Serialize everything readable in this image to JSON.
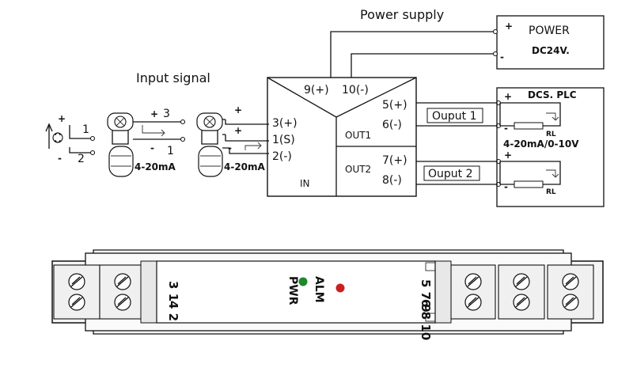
{
  "diagram": {
    "title_power": "Power supply",
    "title_input": "Input signal",
    "power_box": {
      "plus": "+",
      "minus": "-",
      "name": "POWER",
      "voltage": "DC24V."
    },
    "module": {
      "pin9": "9(+)",
      "pin10": "10(-)",
      "pin3": "3(+)",
      "pin1": "1(S)",
      "pin2": "2(-)",
      "pin5": "5(+)",
      "pin6": "6(-)",
      "pin7": "7(+)",
      "pin8": "8(-)",
      "in_label": "IN",
      "out1_label": "OUT1",
      "out2_label": "OUT2"
    },
    "input_left": {
      "plus": "+",
      "minus": "-",
      "n1": "1",
      "n2": "2"
    },
    "input_mid": {
      "plus": "+",
      "n3": "3",
      "minus": "-",
      "n1": "1",
      "range": "4-20mA"
    },
    "input_right": {
      "plus_a": "+",
      "plus_b": "+",
      "minus": "-",
      "range": "4-20mA"
    },
    "output1": {
      "label": "Ouput 1",
      "plus": "+",
      "minus": "-",
      "rl": "RL"
    },
    "output2": {
      "label": "Ouput 2",
      "plus": "+",
      "minus": "-",
      "rl": "RL"
    },
    "dcs": {
      "name": "DCS. PLC",
      "range": "4-20mA/0-10V"
    }
  },
  "device": {
    "left_top_nums": "3 1",
    "left_bot_nums": "4 2",
    "alm": "ALM",
    "pwr": "PWR",
    "right_top_nums": "5 7 9",
    "right_bot_nums": "6 8 10",
    "colors": {
      "alm_led": "#c82020",
      "pwr_led": "#1a8a2a"
    }
  }
}
